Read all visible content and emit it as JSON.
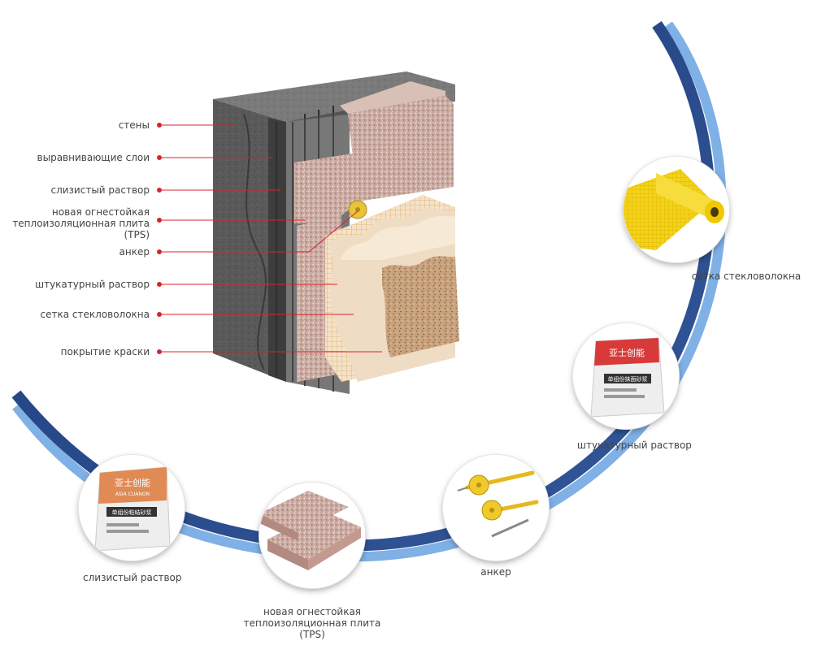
{
  "layers": [
    {
      "id": "walls",
      "label": "стены"
    },
    {
      "id": "leveling",
      "label": "выравнивающие слои"
    },
    {
      "id": "mucilage",
      "label": "слизистый раствор"
    },
    {
      "id": "tps",
      "label": "новая огнестойкая\nтеплоизоляционная плита\n(TPS)"
    },
    {
      "id": "anchor",
      "label": "анкер"
    },
    {
      "id": "plaster",
      "label": "штукатурный раствор"
    },
    {
      "id": "mesh",
      "label": "сетка стекловолокна"
    },
    {
      "id": "paint",
      "label": "покрытие краски"
    }
  ],
  "products": [
    {
      "id": "mesh",
      "label": "сетка стекловолокна",
      "icon": "fiberglass-mesh-roll-icon"
    },
    {
      "id": "plaster",
      "label": "штукатурный раствор",
      "icon": "plaster-bag-icon"
    },
    {
      "id": "anchor",
      "label": "анкер",
      "icon": "anchor-dowel-icon"
    },
    {
      "id": "tps",
      "label": "новая огнестойкая\nтеплоизоляционная плита\n(TPS)",
      "icon": "insulation-board-icon"
    },
    {
      "id": "mucilage",
      "label": "слизистый раствор",
      "icon": "mortar-bag-icon"
    }
  ],
  "bag_text": {
    "brand_cn": "亚士创能",
    "brand_en": "ASIA CUANON",
    "plaster_cn": "单组份抹面砂浆",
    "mucilage_cn": "单组份粘结砂浆"
  },
  "colors": {
    "ring_dark": "#2f4f8f",
    "ring_light": "#7fb0e6",
    "leader_line": "#d9232e",
    "label_text": "#444444"
  }
}
